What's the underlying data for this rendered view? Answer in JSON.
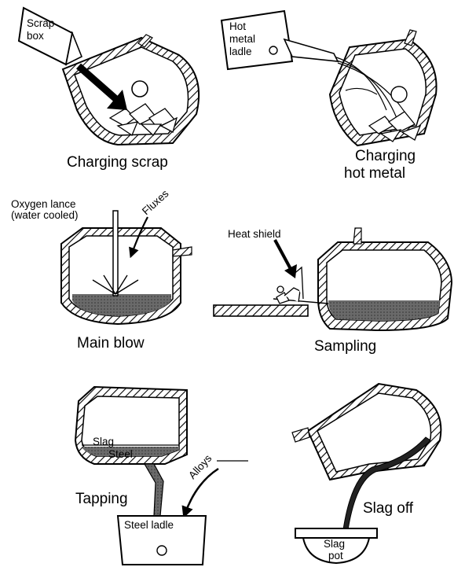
{
  "panels": {
    "charging_scrap": {
      "caption": "Charging scrap",
      "box_label_1": "Scrap",
      "box_label_2": "box"
    },
    "charging_hot_metal": {
      "caption_1": "Charging",
      "caption_2": "hot metal",
      "ladle_label_1": "Hot",
      "ladle_label_2": "metal",
      "ladle_label_3": "ladle"
    },
    "main_blow": {
      "caption": "Main blow",
      "lance_label_1": "Oxygen lance",
      "lance_label_2": "(water cooled)",
      "fluxes_label": "Fluxes"
    },
    "sampling": {
      "caption": "Sampling",
      "shield_label": "Heat shield"
    },
    "tapping": {
      "caption": "Tapping",
      "slag_label": "Slag",
      "steel_label": "Steel",
      "alloys_label": "Alloys",
      "ladle_label": "Steel ladle"
    },
    "slag_off": {
      "caption": "Slag off",
      "pot_label_1": "Slag",
      "pot_label_2": "pot"
    }
  },
  "colors": {
    "ink": "#000000",
    "bath": "#555555",
    "paper": "#ffffff"
  }
}
